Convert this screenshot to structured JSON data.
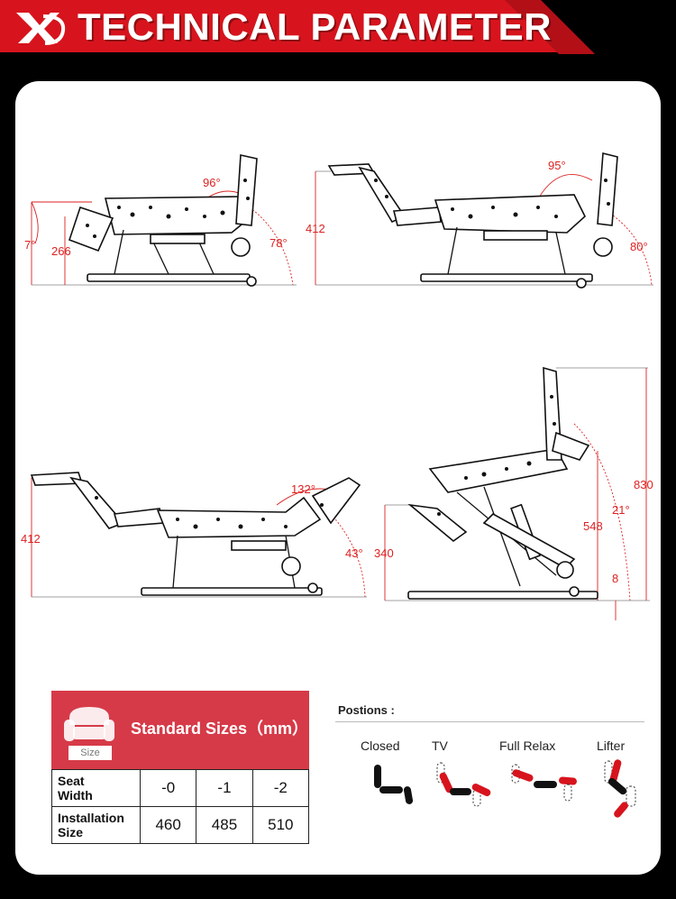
{
  "header": {
    "title": "TECHNICAL PARAMETER",
    "logo_text": "XD",
    "bg_color": "#000000",
    "accent_color": "#d7141d"
  },
  "diagrams": {
    "top_left": {
      "angle_seat": "7°",
      "height": "266",
      "angle_back": "96°",
      "angle_rear": "78°"
    },
    "top_right": {
      "height": "412",
      "angle_back": "95°",
      "angle_rear": "80°"
    },
    "mid_left": {
      "height": "412",
      "angle_back": "132°",
      "angle_rear": "43°"
    },
    "mid_right": {
      "height_seat": "340",
      "height_mid": "548",
      "height_total": "830",
      "angle_lift": "21°",
      "offset": "8"
    }
  },
  "standard_sizes": {
    "title": "Standard Sizes（mm）",
    "icon_label": "Size",
    "header_color": "#d63a48",
    "rows": [
      {
        "label_line1": "Seat",
        "label_line2": "Width",
        "values": [
          "-0",
          "-1",
          "-2"
        ]
      },
      {
        "label_line1": "Installation",
        "label_line2": "Size",
        "values": [
          "460",
          "485",
          "510"
        ]
      }
    ]
  },
  "positions": {
    "title": "Postions :",
    "items": [
      {
        "label": "Closed",
        "icon": "closed-position-icon"
      },
      {
        "label": "TV",
        "icon": "tv-position-icon"
      },
      {
        "label": "Full Relax",
        "icon": "full-relax-position-icon"
      },
      {
        "label": "Lifter",
        "icon": "lifter-position-icon"
      }
    ]
  }
}
